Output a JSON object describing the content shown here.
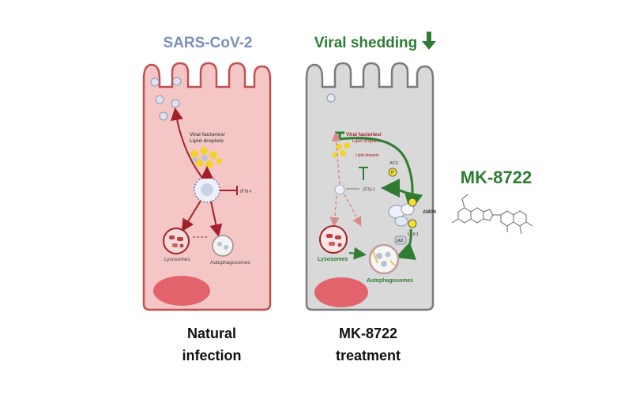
{
  "left_panel": {
    "header": "SARS-CoV-2",
    "viral_factories": "Viral factories/",
    "lipid_droplets": "Lipid droplets",
    "ifn": "IFN-I",
    "lysosomes": "Lysosomes",
    "autophagosomes": "Autophagosomes",
    "caption_line1": "Natural",
    "caption_line2": "infection"
  },
  "right_panel": {
    "header": "Viral shedding",
    "viral_factories": "Viral factories/",
    "lipid_droplets": "Lipid droplets",
    "ifn": "IFN-I",
    "acc": "ACC",
    "ampk": "AMPK",
    "ulk1": "ULK1",
    "p62": "p62",
    "phospho": "P",
    "lysosomes": "Lysosomes",
    "autophagosomes": "Autophagosomes",
    "caption_line1": "MK-8722",
    "caption_line2": "treatment"
  },
  "drug": {
    "name": "MK-8722"
  },
  "colors": {
    "left_cell_fill": "#f5c6c6",
    "left_cell_stroke": "#c05050",
    "right_cell_fill": "#d9d9d9",
    "right_cell_stroke": "#7a7a7a",
    "nucleus": "#e2636b",
    "virus_title": "#7a8fb8",
    "green": "#2e7d32",
    "dark_red": "#a3202a"
  }
}
